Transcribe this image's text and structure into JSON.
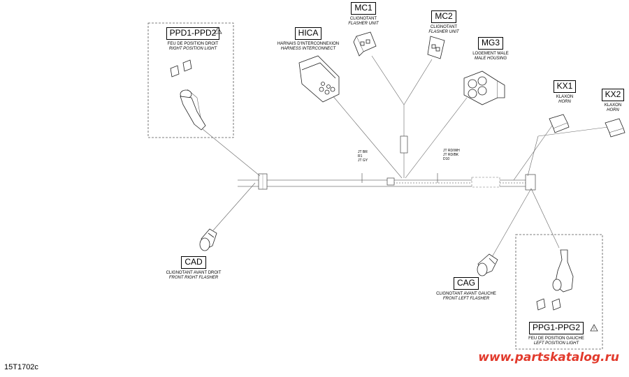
{
  "diagram_code": "15T1702c",
  "watermark": "www.partskatalog.ru",
  "components": {
    "ppd": {
      "code": "PPD1-PPD2",
      "fr": "FEU DE POSITION DROIT",
      "en": "RIGHT POSITION LIGHT"
    },
    "hica": {
      "code": "HICA",
      "fr": "HARNAIS D'INTERCONNEXION",
      "en": "HARNESS INTERCONNECT"
    },
    "mc1": {
      "code": "MC1",
      "fr": "CLIGNOTANT",
      "en": "FLASHER UNIT"
    },
    "mc2": {
      "code": "MC2",
      "fr": "CLIGNOTANT",
      "en": "FLASHER UNIT"
    },
    "mg3": {
      "code": "MG3",
      "fr": "LOGEMENT MALE",
      "en": "MALE HOUSING"
    },
    "kx1": {
      "code": "KX1",
      "fr": "KLAXON",
      "en": "HORN"
    },
    "kx2": {
      "code": "KX2",
      "fr": "KLAXON",
      "en": "HORN"
    },
    "cad": {
      "code": "CAD",
      "fr": "CLIGNOTANT AVANT DROIT",
      "en": "FRONT RIGHT FLASHER"
    },
    "cag": {
      "code": "CAG",
      "fr": "CLIGNOTANT AVANT GAUCHE",
      "en": "FRONT LEFT FLASHER"
    },
    "ppg": {
      "code": "PPG1-PPG2",
      "fr": "FEU DE POSITION GAUCHE",
      "en": "LEFT POSITION LIGHT"
    }
  },
  "wire_tags": {
    "left": [
      "JT BR",
      "R1",
      "JT GY"
    ],
    "right": [
      "JT RD/WH",
      "JT RD/BK",
      "D10"
    ]
  },
  "warning_glyph": "!"
}
